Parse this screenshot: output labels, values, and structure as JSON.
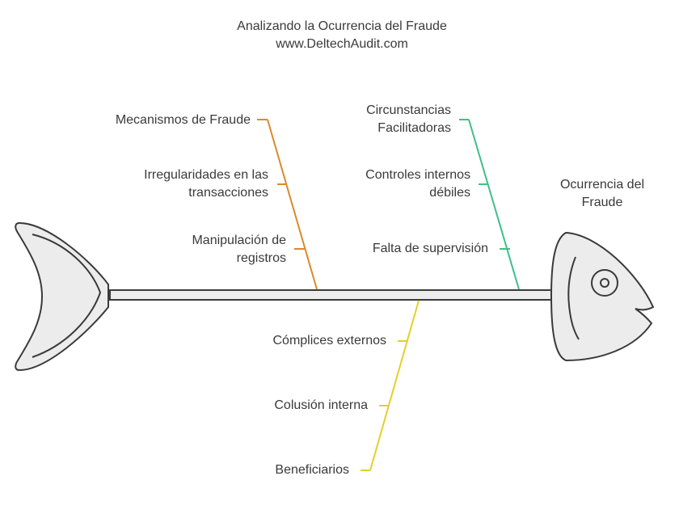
{
  "title": "Analizando la Ocurrencia del Fraude",
  "subtitle": "www.DeltechAudit.com",
  "head_label": [
    "Ocurrencia del",
    "Fraude"
  ],
  "branches": [
    {
      "color": "#d98a2b",
      "causes": [
        [
          "Mecanismos de Fraude"
        ],
        [
          "Irregularidades en las",
          "transacciones"
        ],
        [
          "Manipulación de",
          "registros"
        ]
      ]
    },
    {
      "color": "#3fbf87",
      "causes": [
        [
          "Circunstancias",
          "Facilitadoras"
        ],
        [
          "Controles internos",
          "débiles"
        ],
        [
          "Falta de supervisión"
        ]
      ]
    },
    {
      "color": "#e3cf2a",
      "causes": [
        [
          "Cómplices externos"
        ],
        [
          "Colusión interna"
        ],
        [
          "Beneficiarios"
        ]
      ]
    }
  ]
}
